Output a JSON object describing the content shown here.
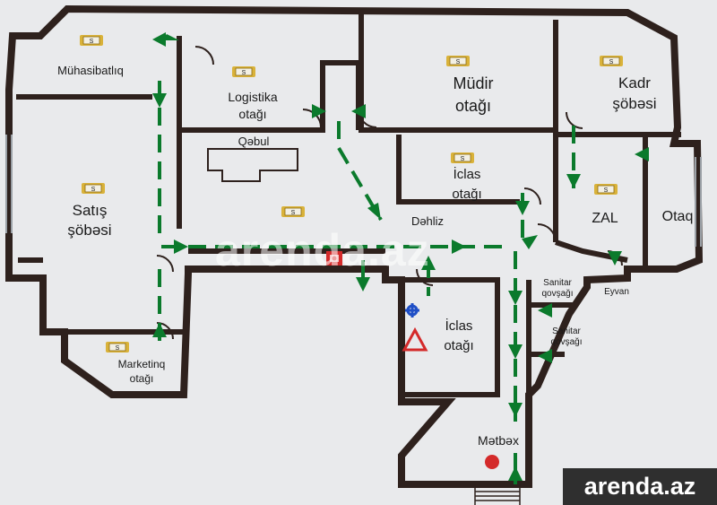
{
  "rooms": {
    "muhasibatliq": "Mühasibatlıq",
    "logistika": [
      "Logistika",
      "otağı"
    ],
    "mudir": [
      "Müdir",
      "otağı"
    ],
    "kadr": [
      "Kadr",
      "şöbəsi"
    ],
    "qebul": "Qəbul",
    "iclas_upper": [
      "İclas",
      "otağı"
    ],
    "satis": [
      "Satış",
      "şöbəsi"
    ],
    "zal": "ZAL",
    "otaq": "Otaq",
    "dehliz": "Dəhliz",
    "sanitar_1": [
      "Sanitar",
      "qovşağı"
    ],
    "sanitar_2": [
      "Sanitar",
      "qovşağı"
    ],
    "eyvan": "Eyvan",
    "iclas_lower": [
      "İclas",
      "otağı"
    ],
    "marketinq": [
      "Marketinq",
      "otağı"
    ],
    "metbex": "Mətbəx"
  },
  "detector_symbol": "S",
  "watermark": {
    "center_text": "arenda.az",
    "badge_text": "arenda.az"
  },
  "colors": {
    "wall": "#2e211d",
    "arrow": "#0b7a2c",
    "background": "#e9eaec",
    "extinguisher": "#d42a2a"
  }
}
